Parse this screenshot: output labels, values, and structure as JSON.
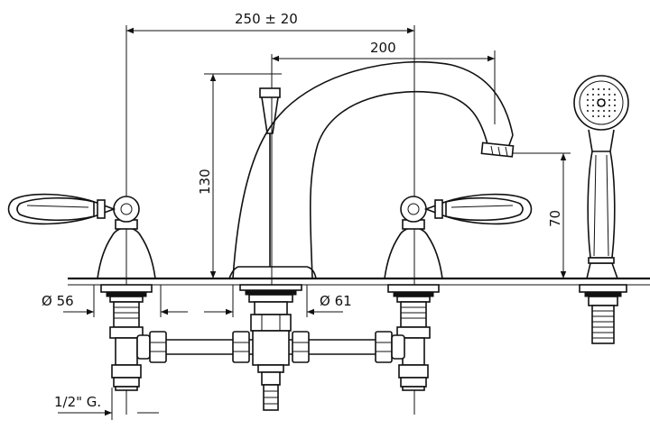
{
  "dimensions": {
    "width_overall": "250 ± 20",
    "spout_reach": "200",
    "spout_height": "130",
    "handshower_height": "70",
    "handle_base_dia": "Ø 56",
    "spout_base_dia": "Ø 61",
    "thread": "1/2\" G."
  },
  "icons": {
    "arrow": "arrowhead-icon"
  }
}
